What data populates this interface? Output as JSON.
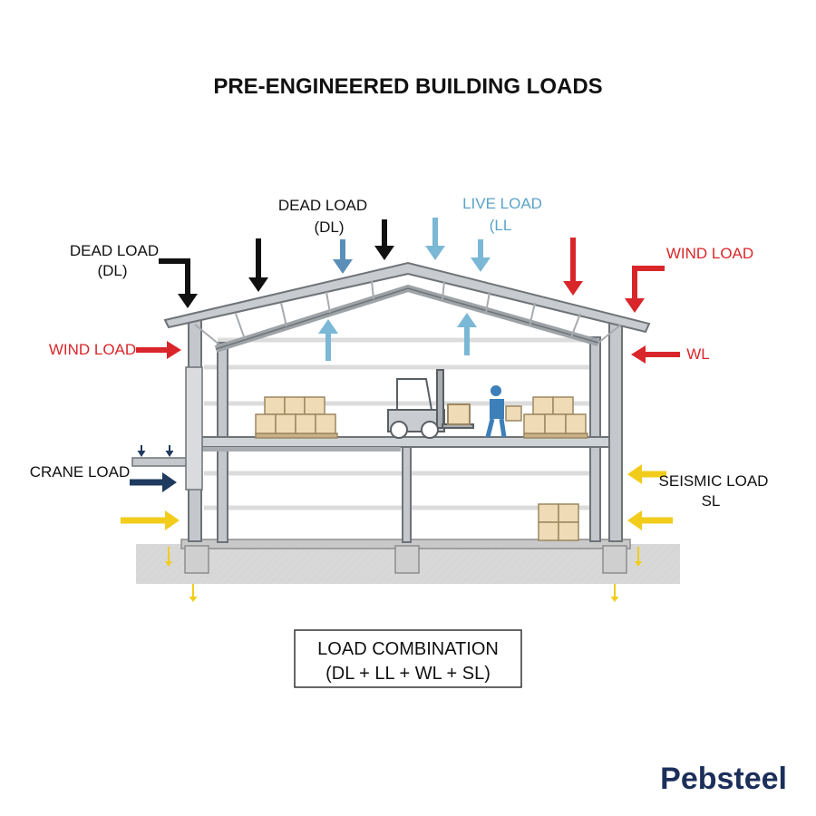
{
  "title": "PRE-ENGINEERED BUILDING LOADS",
  "labels": {
    "dead_load_left_1": "DEAD LOAD",
    "dead_load_left_2": "(DL)",
    "dead_load_top_1": "DEAD LOAD",
    "dead_load_top_2": "(DL)",
    "live_load_1": "LIVE LOAD",
    "live_load_2": "(LL",
    "wind_load_right": "WIND LOAD",
    "wind_load_left": "WIND LOAD",
    "wl_right": "WL",
    "crane_load": "CRANE LOAD",
    "seismic_load_1": "SEISMIC LOAD",
    "seismic_load_2": "SL"
  },
  "combination": {
    "line1": "LOAD COMBINATION",
    "line2": "(DL + LL + WL + SL)"
  },
  "logo": "Pebsteel",
  "colors": {
    "dead": "#111111",
    "live": "#7ab8d6",
    "wind": "#d9262b",
    "crane": "#1f3a5f",
    "seismic": "#f2cc1b",
    "steel": "#9ea3a8",
    "ground": "#d7d7d7",
    "box": "#efdcb6",
    "logo": "#1c2f5a"
  }
}
